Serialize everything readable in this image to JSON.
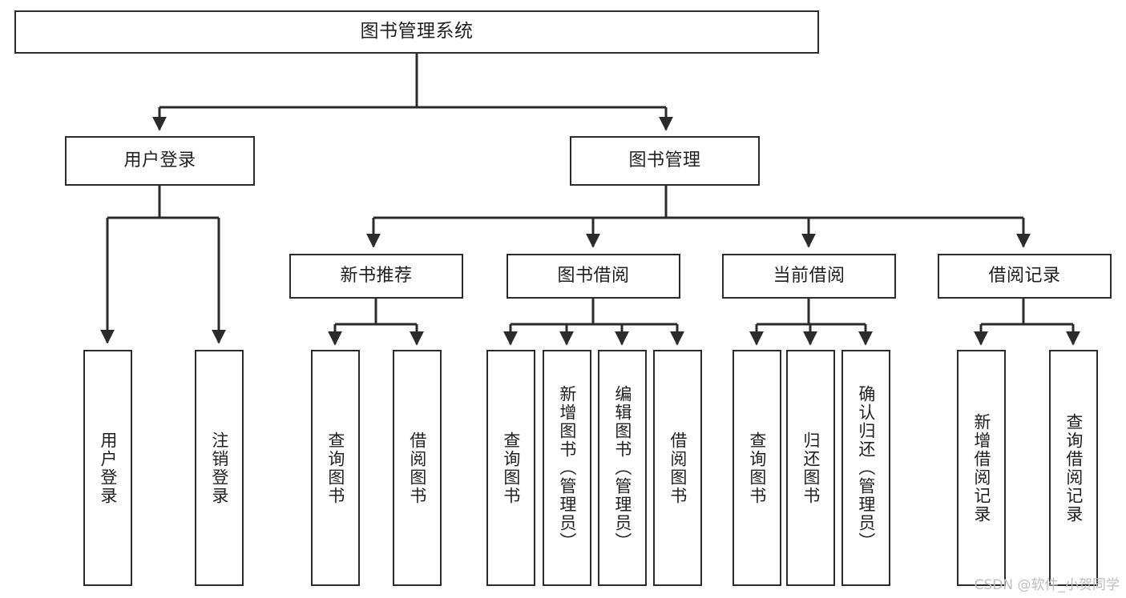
{
  "diagram": {
    "type": "tree-hierarchy",
    "title": "图书管理系统",
    "watermark": "CSDN @软件_小贺同学",
    "colors": {
      "stroke": "#2b2b2b",
      "fill": "#ffffff",
      "text": "#1f1f1f",
      "watermark": "#bdbdbd"
    },
    "nodes": {
      "root": {
        "label": "图书管理系统"
      },
      "level2": [
        {
          "label": "用户登录"
        },
        {
          "label": "图书管理"
        }
      ],
      "level3": [
        {
          "label": "新书推荐"
        },
        {
          "label": "图书借阅"
        },
        {
          "label": "当前借阅"
        },
        {
          "label": "借阅记录"
        }
      ],
      "leaves": {
        "user_login": [
          {
            "label": "用户登录"
          },
          {
            "label": "注销登录"
          }
        ],
        "new_book": [
          {
            "label": "查询图书"
          },
          {
            "label": "借阅图书"
          }
        ],
        "borrow": [
          {
            "label": "查询图书"
          },
          {
            "label": "新增图书（管理员）"
          },
          {
            "label": "编辑图书（管理员）"
          },
          {
            "label": "借阅图书"
          }
        ],
        "current": [
          {
            "label": "查询图书"
          },
          {
            "label": "归还图书"
          },
          {
            "label": "确认归还（管理员）"
          }
        ],
        "records": [
          {
            "label": "新增借阅记录"
          },
          {
            "label": "查询借阅记录"
          }
        ]
      }
    }
  }
}
